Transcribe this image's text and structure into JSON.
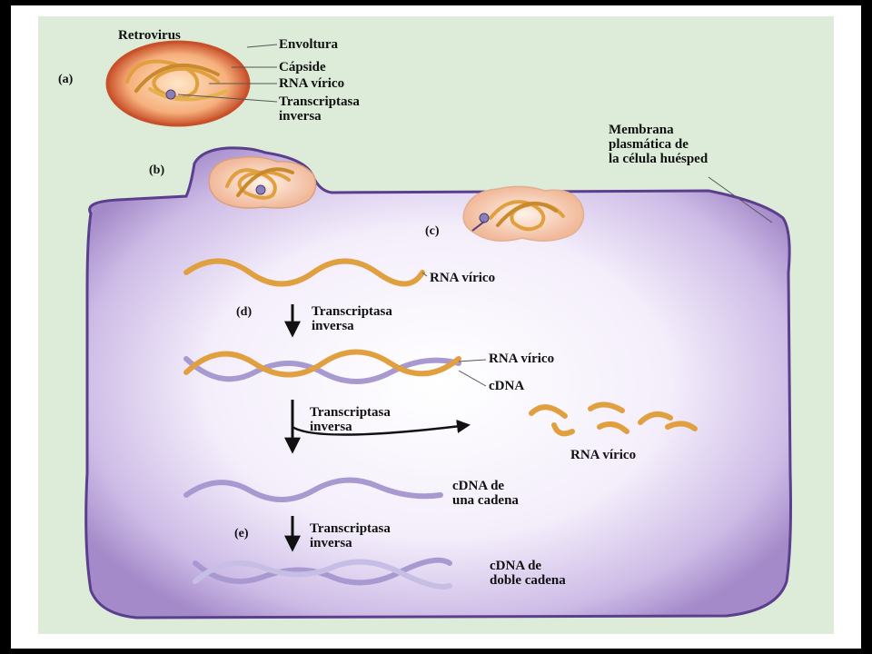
{
  "labels": {
    "retrovirus": "Retrovirus",
    "envoltura": "Envoltura",
    "capside": "Cápside",
    "rna_virico_a": "RNA vírico",
    "transcriptasa_a_1": "Transcriptasa",
    "transcriptasa_a_2": "inversa",
    "membrana_1": "Membrana",
    "membrana_2": "plasmática de",
    "membrana_3": "la célula huésped",
    "rna_virico_1": "RNA vírico",
    "transcriptasa_d_1": "Transcriptasa",
    "transcriptasa_d_2": "inversa",
    "rna_virico_2": "RNA vírico",
    "cdna": "cDNA",
    "transcriptasa_m_1": "Transcriptasa",
    "transcriptasa_m_2": "inversa",
    "rna_virico_3": "RNA vírico",
    "cdna_una_1": "cDNA de",
    "cdna_una_2": "una cadena",
    "transcriptasa_e_1": "Transcriptasa",
    "transcriptasa_e_2": "inversa",
    "cdna_doble_1": "cDNA de",
    "cdna_doble_2": "doble cadena"
  },
  "steps": {
    "a": "(a)",
    "b": "(b)",
    "c": "(c)",
    "d": "(d)",
    "e": "(e)"
  },
  "colors": {
    "panel": "#dcecd8",
    "cell": "#b7a2d8",
    "membrane": "#7a5aa8",
    "rna": "#e0a040",
    "cdna": "#a89ad0",
    "virus": "#d86a3a"
  }
}
